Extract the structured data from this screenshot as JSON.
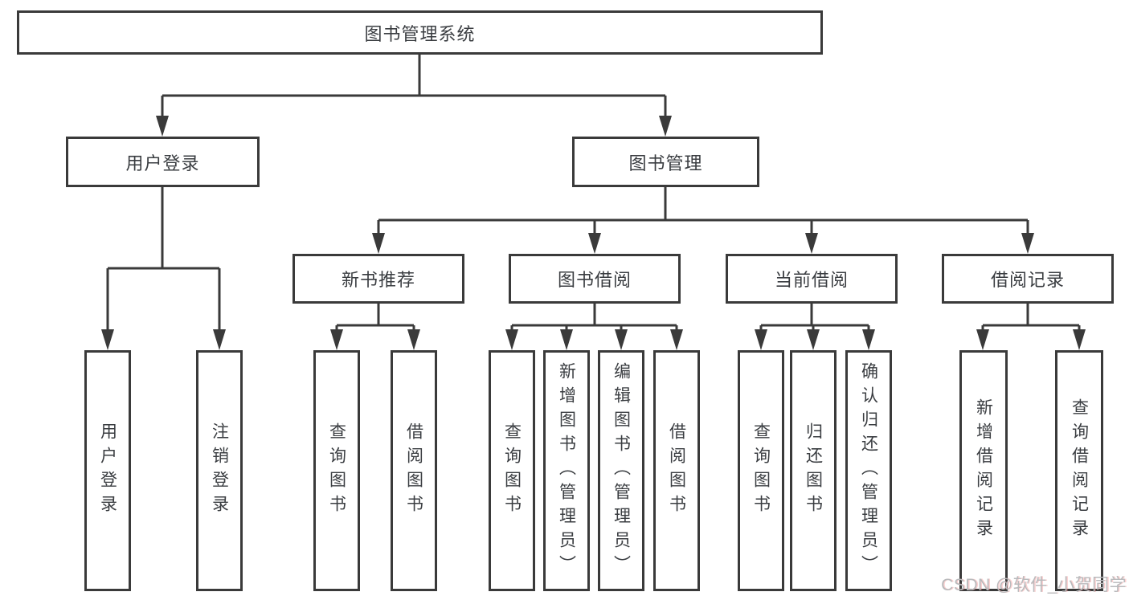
{
  "diagram": {
    "root": {
      "label": "图书管理系统"
    },
    "children": [
      {
        "label": "用户登录",
        "children": [
          {
            "label": "用户登录"
          },
          {
            "label": "注销登录"
          }
        ]
      },
      {
        "label": "图书管理",
        "children": [
          {
            "label": "新书推荐",
            "children": [
              {
                "label": "查询图书"
              },
              {
                "label": "借阅图书"
              }
            ]
          },
          {
            "label": "图书借阅",
            "children": [
              {
                "label": "查询图书"
              },
              {
                "label": "新增图书（管理员）"
              },
              {
                "label": "编辑图书（管理员）"
              },
              {
                "label": "借阅图书"
              }
            ]
          },
          {
            "label": "当前借阅",
            "children": [
              {
                "label": "查询图书"
              },
              {
                "label": "归还图书"
              },
              {
                "label": "确认归还（管理员）"
              }
            ]
          },
          {
            "label": "借阅记录",
            "children": [
              {
                "label": "新增借阅记录"
              },
              {
                "label": "查询借阅记录"
              }
            ]
          }
        ]
      }
    ]
  },
  "watermark": {
    "text": "CSDN @软件_小贺同学"
  },
  "colors": {
    "line": "#3a3a3a",
    "text": "#3a3d41",
    "background": "#ffffff",
    "watermark": "#b9babc"
  }
}
